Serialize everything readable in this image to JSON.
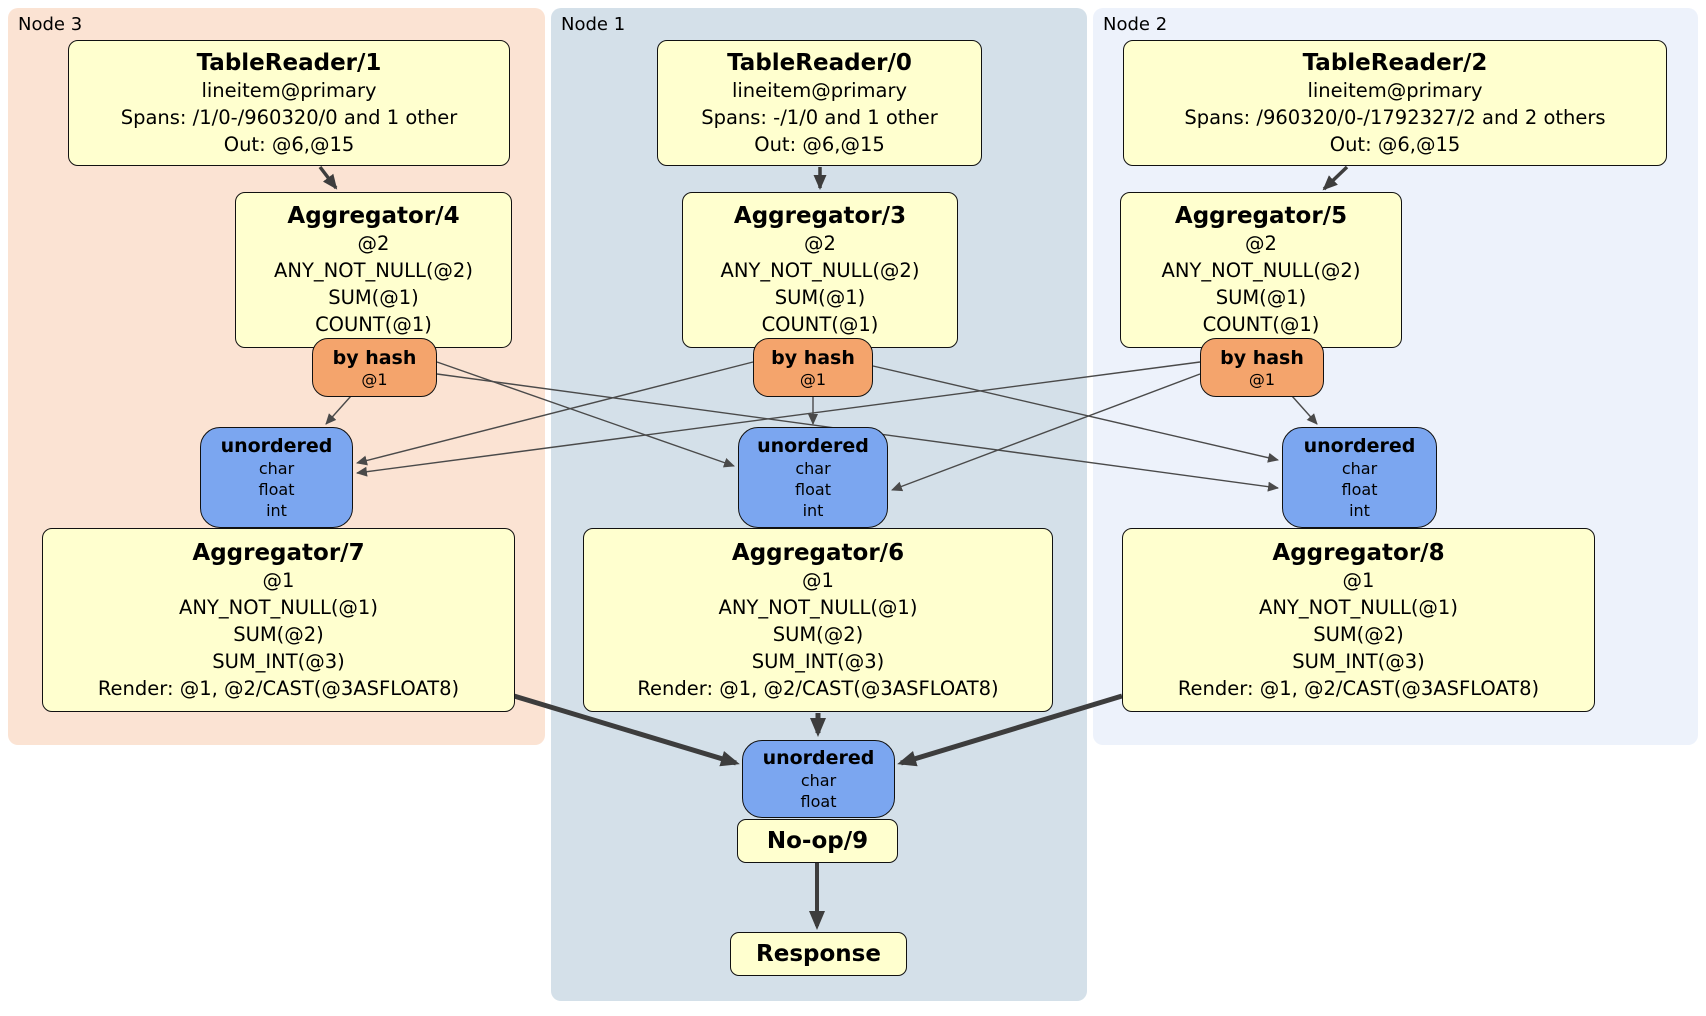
{
  "diagram": {
    "regions": {
      "node3": {
        "label": "Node 3"
      },
      "node1": {
        "label": "Node 1"
      },
      "node2": {
        "label": "Node 2"
      }
    },
    "processors": {
      "tr1": {
        "title": "TableReader/1",
        "rows": [
          "lineitem@primary",
          "Spans: /1/0-/960320/0 and 1 other",
          "Out: @6,@15"
        ]
      },
      "tr0": {
        "title": "TableReader/0",
        "rows": [
          "lineitem@primary",
          "Spans: -/1/0 and 1 other",
          "Out: @6,@15"
        ]
      },
      "tr2": {
        "title": "TableReader/2",
        "rows": [
          "lineitem@primary",
          "Spans: /960320/0-/1792327/2 and 2 others",
          "Out: @6,@15"
        ]
      },
      "agg4": {
        "title": "Aggregator/4",
        "rows": [
          "@2",
          "ANY_NOT_NULL(@2)",
          "SUM(@1)",
          "COUNT(@1)"
        ]
      },
      "agg3": {
        "title": "Aggregator/3",
        "rows": [
          "@2",
          "ANY_NOT_NULL(@2)",
          "SUM(@1)",
          "COUNT(@1)"
        ]
      },
      "agg5": {
        "title": "Aggregator/5",
        "rows": [
          "@2",
          "ANY_NOT_NULL(@2)",
          "SUM(@1)",
          "COUNT(@1)"
        ]
      },
      "agg7": {
        "title": "Aggregator/7",
        "rows": [
          "@1",
          "ANY_NOT_NULL(@1)",
          "SUM(@2)",
          "SUM_INT(@3)",
          "Render: @1, @2/CAST(@3ASFLOAT8)"
        ]
      },
      "agg6": {
        "title": "Aggregator/6",
        "rows": [
          "@1",
          "ANY_NOT_NULL(@1)",
          "SUM(@2)",
          "SUM_INT(@3)",
          "Render: @1, @2/CAST(@3ASFLOAT8)"
        ]
      },
      "agg8": {
        "title": "Aggregator/8",
        "rows": [
          "@1",
          "ANY_NOT_NULL(@1)",
          "SUM(@2)",
          "SUM_INT(@3)",
          "Render: @1, @2/CAST(@3ASFLOAT8)"
        ]
      },
      "noop": {
        "title": "No-op/9"
      },
      "response": {
        "title": "Response"
      }
    },
    "routers": {
      "bh3": {
        "title": "by hash",
        "stream": "@1"
      },
      "bh1": {
        "title": "by hash",
        "stream": "@1"
      },
      "bh2": {
        "title": "by hash",
        "stream": "@1"
      }
    },
    "synchronizers": {
      "un3": {
        "title": "unordered",
        "columns": [
          "char",
          "float",
          "int"
        ]
      },
      "un1": {
        "title": "unordered",
        "columns": [
          "char",
          "float",
          "int"
        ]
      },
      "un2": {
        "title": "unordered",
        "columns": [
          "char",
          "float",
          "int"
        ]
      },
      "unf": {
        "title": "unordered",
        "columns": [
          "char",
          "float"
        ]
      }
    },
    "colors": {
      "processor_fill": "#ffffcf",
      "router_fill": "#f4a46c",
      "sync_fill": "#7ba6f0",
      "node3_bg": "#fbe3d3",
      "node1_bg": "#d4e0e9",
      "node2_bg": "#edf2fb",
      "edge_thick": "#3d3d3d",
      "edge_thin": "#4a4a4a",
      "box_border": "#111111"
    }
  }
}
